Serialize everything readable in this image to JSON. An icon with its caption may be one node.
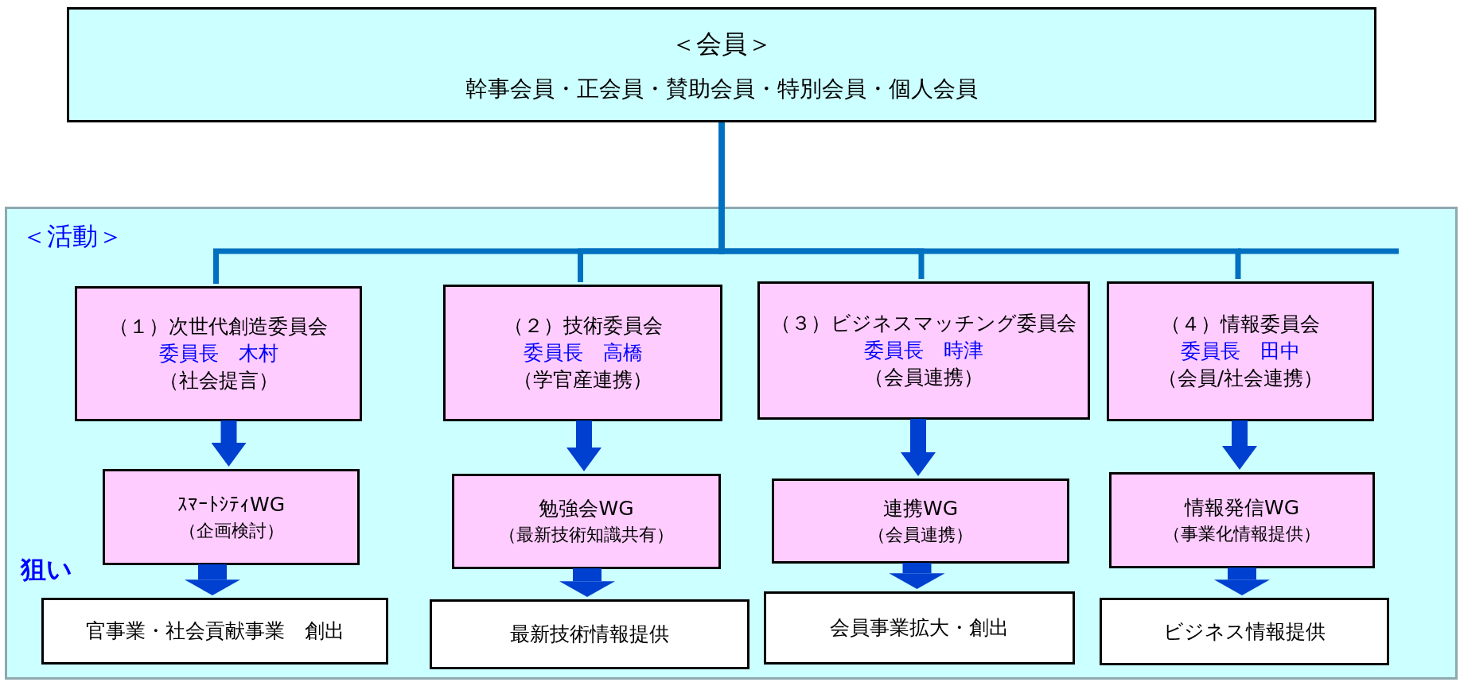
{
  "diagram": {
    "nodes": [
      {
        "text": [
          "＜会員＞",
          "幹事会員・正会員・賛助会員・特別会員・個人会員"
        ]
      },
      {
        "text": [
          "＜活動＞"
        ]
      },
      {
        "text": [
          "（１）次世代創造委員会",
          "委員長　木村",
          "（社会提言）"
        ],
        "in": 1
      },
      {
        "text": [
          "（２）技術委員会",
          "委員長　高橋",
          "（学官産連携）"
        ],
        "in": 1
      },
      {
        "text": [
          "（３）ビジネスマッチング委員会",
          "委員長　時津",
          "（会員連携）"
        ],
        "in": 1
      },
      {
        "text": [
          "（４）情報委員会",
          "委員長　田中",
          "（会員/社会連携）"
        ],
        "in": 1
      },
      {
        "text": [
          "ｽﾏｰﾄｼﾃｨWG",
          "（企画検討）"
        ],
        "in": 1
      },
      {
        "text": [
          "勉強会WG",
          "（最新技術知識共有）"
        ],
        "in": 1
      },
      {
        "text": [
          "連携WG",
          "（会員連携）"
        ],
        "in": 1
      },
      {
        "text": [
          "情報発信WG",
          "（事業化情報提供）"
        ],
        "in": 1
      },
      {
        "text": [
          "官事業・社会貢献事業　創出"
        ],
        "in": 1
      },
      {
        "text": [
          "最新技術情報提供"
        ],
        "in": 1
      },
      {
        "text": [
          "会員事業拡大・創出"
        ],
        "in": 1
      },
      {
        "text": [
          "ビジネス情報提供"
        ],
        "in": 1
      }
    ],
    "edges": [
      {
        "from": 0,
        "to": 2,
        "arrow": "none",
        "color": "#0070c0"
      },
      {
        "from": 0,
        "to": 3,
        "arrow": "none",
        "color": "#0070c0"
      },
      {
        "from": 0,
        "to": 4,
        "arrow": "none",
        "color": "#0070c0"
      },
      {
        "from": 0,
        "to": 5,
        "arrow": "none",
        "color": "#0070c0"
      },
      {
        "from": 2,
        "to": 6,
        "arrow": "to",
        "color": "#0040d0"
      },
      {
        "from": 3,
        "to": 7,
        "arrow": "to",
        "color": "#0040d0"
      },
      {
        "from": 4,
        "to": 8,
        "arrow": "to",
        "color": "#0040d0"
      },
      {
        "from": 5,
        "to": 9,
        "arrow": "to",
        "color": "#0040d0"
      },
      {
        "from": 6,
        "to": 10,
        "arrow": "to",
        "style": "thick",
        "color": "#0040d0"
      },
      {
        "from": 7,
        "to": 11,
        "arrow": "to",
        "style": "thick",
        "color": "#0040d0"
      },
      {
        "from": 8,
        "to": 12,
        "arrow": "to",
        "style": "thick",
        "color": "#0040d0"
      },
      {
        "from": 9,
        "to": 13,
        "arrow": "to",
        "style": "thick",
        "color": "#0040d0"
      }
    ],
    "labels": [
      "狙い"
    ]
  }
}
